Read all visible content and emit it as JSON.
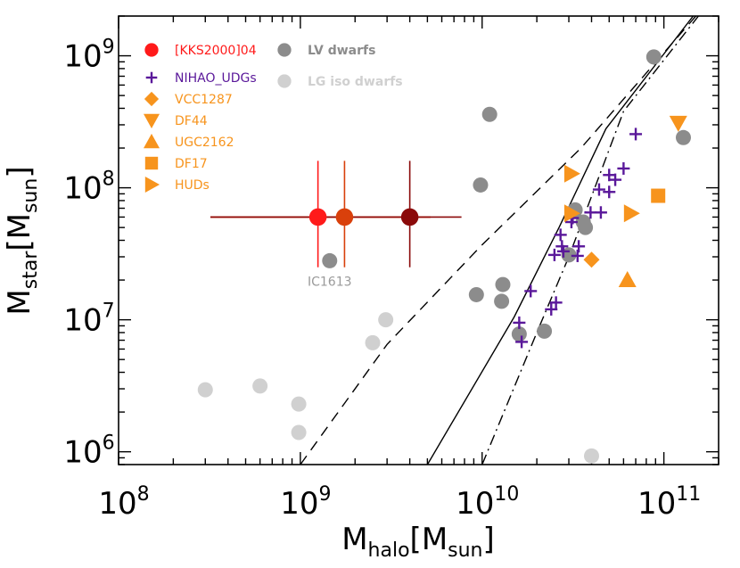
{
  "chart_data": {
    "type": "scatter",
    "xscale": "log",
    "yscale": "log",
    "xlim": [
      100000000.0,
      200000000000.0
    ],
    "ylim": [
      800000.0,
      2000000000.0
    ],
    "grid": false,
    "legend_position": "top-left",
    "xlabel": {
      "main": "M",
      "sub1": "halo",
      "bracket_open": "[",
      "main2": "M",
      "sub2": "sun",
      "bracket_close": "]"
    },
    "ylabel": {
      "main": "M",
      "sub1": "star",
      "bracket_open": "[",
      "main2": "M",
      "sub2": "sun",
      "bracket_close": "]"
    },
    "x_ticks": [
      {
        "value": 100000000.0,
        "base": "10",
        "exp": "8"
      },
      {
        "value": 1000000000.0,
        "base": "10",
        "exp": "9"
      },
      {
        "value": 10000000000.0,
        "base": "10",
        "exp": "10"
      },
      {
        "value": 100000000000.0,
        "base": "10",
        "exp": "11"
      }
    ],
    "y_ticks": [
      {
        "value": 1000000.0,
        "base": "10",
        "exp": "6"
      },
      {
        "value": 10000000.0,
        "base": "10",
        "exp": "7"
      },
      {
        "value": 100000000.0,
        "base": "10",
        "exp": "8"
      },
      {
        "value": 1000000000.0,
        "base": "10",
        "exp": "9"
      }
    ],
    "legend": [
      {
        "label": "[KKS2000]04",
        "color": "#ff1a1a",
        "marker": "circle"
      },
      {
        "label": "LV dwarfs",
        "color": "#8c8c8c",
        "marker": "circle"
      },
      {
        "label": "NIHAO_UDGs",
        "color": "#5a189a",
        "marker": "plus"
      },
      {
        "label": "LG iso dwarfs",
        "color": "#d0d0d0",
        "marker": "circle"
      },
      {
        "label": "VCC1287",
        "color": "#f7941d",
        "marker": "diamond"
      },
      {
        "label": "DF44",
        "color": "#f7941d",
        "marker": "triangle-down"
      },
      {
        "label": "UGC2162",
        "color": "#f7941d",
        "marker": "triangle-up"
      },
      {
        "label": "DF17",
        "color": "#f7941d",
        "marker": "square"
      },
      {
        "label": "HUDs",
        "color": "#f7941d",
        "marker": "triangle-right"
      }
    ],
    "series": [
      {
        "name": "[KKS2000]04",
        "marker": "circle",
        "points": [
          {
            "x": 1250000000.0,
            "y": 60000000.0,
            "xerr": [
              320000000.0,
              5200000000.0
            ],
            "yerr": [
              25000000.0,
              160000000.0
            ],
            "color": "#ff1a1a"
          },
          {
            "x": 1750000000.0,
            "y": 60000000.0,
            "xerr": [
              320000000.0,
              5200000000.0
            ],
            "yerr": [
              25000000.0,
              160000000.0
            ],
            "color": "#d9400b"
          },
          {
            "x": 4000000000.0,
            "y": 60000000.0,
            "xerr": [
              320000000.0,
              7700000000.0
            ],
            "yerr": [
              25000000.0,
              160000000.0
            ],
            "color": "#8b0a0a"
          }
        ]
      },
      {
        "name": "LV dwarfs",
        "marker": "circle",
        "color": "#8c8c8c",
        "points": [
          {
            "x": 1450000000.0,
            "y": 28000000.0
          },
          {
            "x": 11000000000.0,
            "y": 360000000.0
          },
          {
            "x": 9800000000.0,
            "y": 105000000.0
          },
          {
            "x": 9300000000.0,
            "y": 15500000.0
          },
          {
            "x": 13000000000.0,
            "y": 18500000.0
          },
          {
            "x": 12800000000.0,
            "y": 13800000.0
          },
          {
            "x": 16000000000.0,
            "y": 7800000.0
          },
          {
            "x": 22000000000.0,
            "y": 8200000.0
          },
          {
            "x": 30000000000.0,
            "y": 31000000.0
          },
          {
            "x": 32500000000.0,
            "y": 68000000.0
          },
          {
            "x": 36000000000.0,
            "y": 55000000.0
          },
          {
            "x": 37000000000.0,
            "y": 50000000.0
          },
          {
            "x": 88000000000.0,
            "y": 980000000.0
          },
          {
            "x": 128000000000.0,
            "y": 240000000.0
          }
        ]
      },
      {
        "name": "LG iso dwarfs",
        "marker": "circle",
        "color": "#d0d0d0",
        "points": [
          {
            "x": 300000000.0,
            "y": 2950000.0
          },
          {
            "x": 600000000.0,
            "y": 3150000.0
          },
          {
            "x": 980000000.0,
            "y": 2300000.0
          },
          {
            "x": 980000000.0,
            "y": 1400000.0
          },
          {
            "x": 2500000000.0,
            "y": 6700000.0
          },
          {
            "x": 2950000000.0,
            "y": 10000000.0
          },
          {
            "x": 40000000000.0,
            "y": 930000.0
          }
        ]
      },
      {
        "name": "NIHAO_UDGs",
        "marker": "plus",
        "color": "#5a189a",
        "points": [
          {
            "x": 16000000000.0,
            "y": 9500000.0
          },
          {
            "x": 16500000000.0,
            "y": 6800000.0
          },
          {
            "x": 18500000000.0,
            "y": 16500000.0
          },
          {
            "x": 24000000000.0,
            "y": 12000000.0
          },
          {
            "x": 25500000000.0,
            "y": 13500000.0
          },
          {
            "x": 25000000000.0,
            "y": 31000000.0
          },
          {
            "x": 27000000000.0,
            "y": 44000000.0
          },
          {
            "x": 27500000000.0,
            "y": 36000000.0
          },
          {
            "x": 28000000000.0,
            "y": 33000000.0
          },
          {
            "x": 31000000000.0,
            "y": 55000000.0
          },
          {
            "x": 31500000000.0,
            "y": 59000000.0
          },
          {
            "x": 34000000000.0,
            "y": 36000000.0
          },
          {
            "x": 33500000000.0,
            "y": 30500000.0
          },
          {
            "x": 39500000000.0,
            "y": 65000000.0
          },
          {
            "x": 45000000000.0,
            "y": 65000000.0
          },
          {
            "x": 44000000000.0,
            "y": 97000000.0
          },
          {
            "x": 50000000000.0,
            "y": 93000000.0
          },
          {
            "x": 50000000000.0,
            "y": 125000000.0
          },
          {
            "x": 54000000000.0,
            "y": 115000000.0
          },
          {
            "x": 60000000000.0,
            "y": 140000000.0
          },
          {
            "x": 70000000000.0,
            "y": 255000000.0
          }
        ]
      },
      {
        "name": "VCC1287",
        "marker": "diamond",
        "color": "#f7941d",
        "points": [
          {
            "x": 40000000000.0,
            "y": 28500000.0
          }
        ]
      },
      {
        "name": "DF44",
        "marker": "triangle-down",
        "color": "#f7941d",
        "points": [
          {
            "x": 120000000000.0,
            "y": 310000000.0
          }
        ]
      },
      {
        "name": "UGC2162",
        "marker": "triangle-up",
        "color": "#f7941d",
        "points": [
          {
            "x": 63000000000.0,
            "y": 20000000.0
          }
        ]
      },
      {
        "name": "DF17",
        "marker": "square",
        "color": "#f7941d",
        "points": [
          {
            "x": 93000000000.0,
            "y": 87000000.0
          }
        ]
      },
      {
        "name": "HUDs",
        "marker": "triangle-right",
        "color": "#f7941d",
        "points": [
          {
            "x": 31000000000.0,
            "y": 128000000.0
          },
          {
            "x": 31000000000.0,
            "y": 64000000.0
          },
          {
            "x": 66000000000.0,
            "y": 64000000.0
          }
        ]
      }
    ],
    "lines": [
      {
        "style": "solid",
        "points": [
          [
            5000000000.0,
            800000.0
          ],
          [
            15000000000.0,
            10500000.0
          ],
          [
            26500000000.0,
            50000000.0
          ],
          [
            48000000000.0,
            280000000.0
          ],
          [
            145000000000.0,
            2000000000.0
          ]
        ]
      },
      {
        "style": "dashed",
        "points": [
          [
            1000000000.0,
            800000.0
          ],
          [
            3000000000.0,
            6500000.0
          ],
          [
            10000000000.0,
            37000000.0
          ],
          [
            35000000000.0,
            200000000.0
          ],
          [
            150000000000.0,
            2000000000.0
          ]
        ]
      },
      {
        "style": "dashdot",
        "points": [
          [
            10000000000.0,
            800000.0
          ],
          [
            20000000000.0,
            8000000.0
          ],
          [
            30000000000.0,
            30000000.0
          ],
          [
            60000000000.0,
            380000000.0
          ],
          [
            155000000000.0,
            2000000000.0
          ]
        ]
      }
    ],
    "annotations": [
      {
        "text": "IC1613",
        "x": 1450000000.0,
        "y": 19500000.0
      }
    ]
  }
}
